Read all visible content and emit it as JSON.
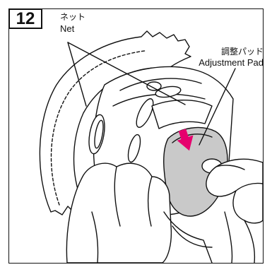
{
  "step": {
    "number": "12"
  },
  "labels": {
    "net_jp": "ネット",
    "net_en": "Net",
    "pad_jp": "調整パッド",
    "pad_en": "Adjustment Pad"
  },
  "colors": {
    "line": "#111111",
    "pad_fill": "#c9c9c9",
    "arrow": "#e6006e",
    "background": "#ffffff"
  }
}
